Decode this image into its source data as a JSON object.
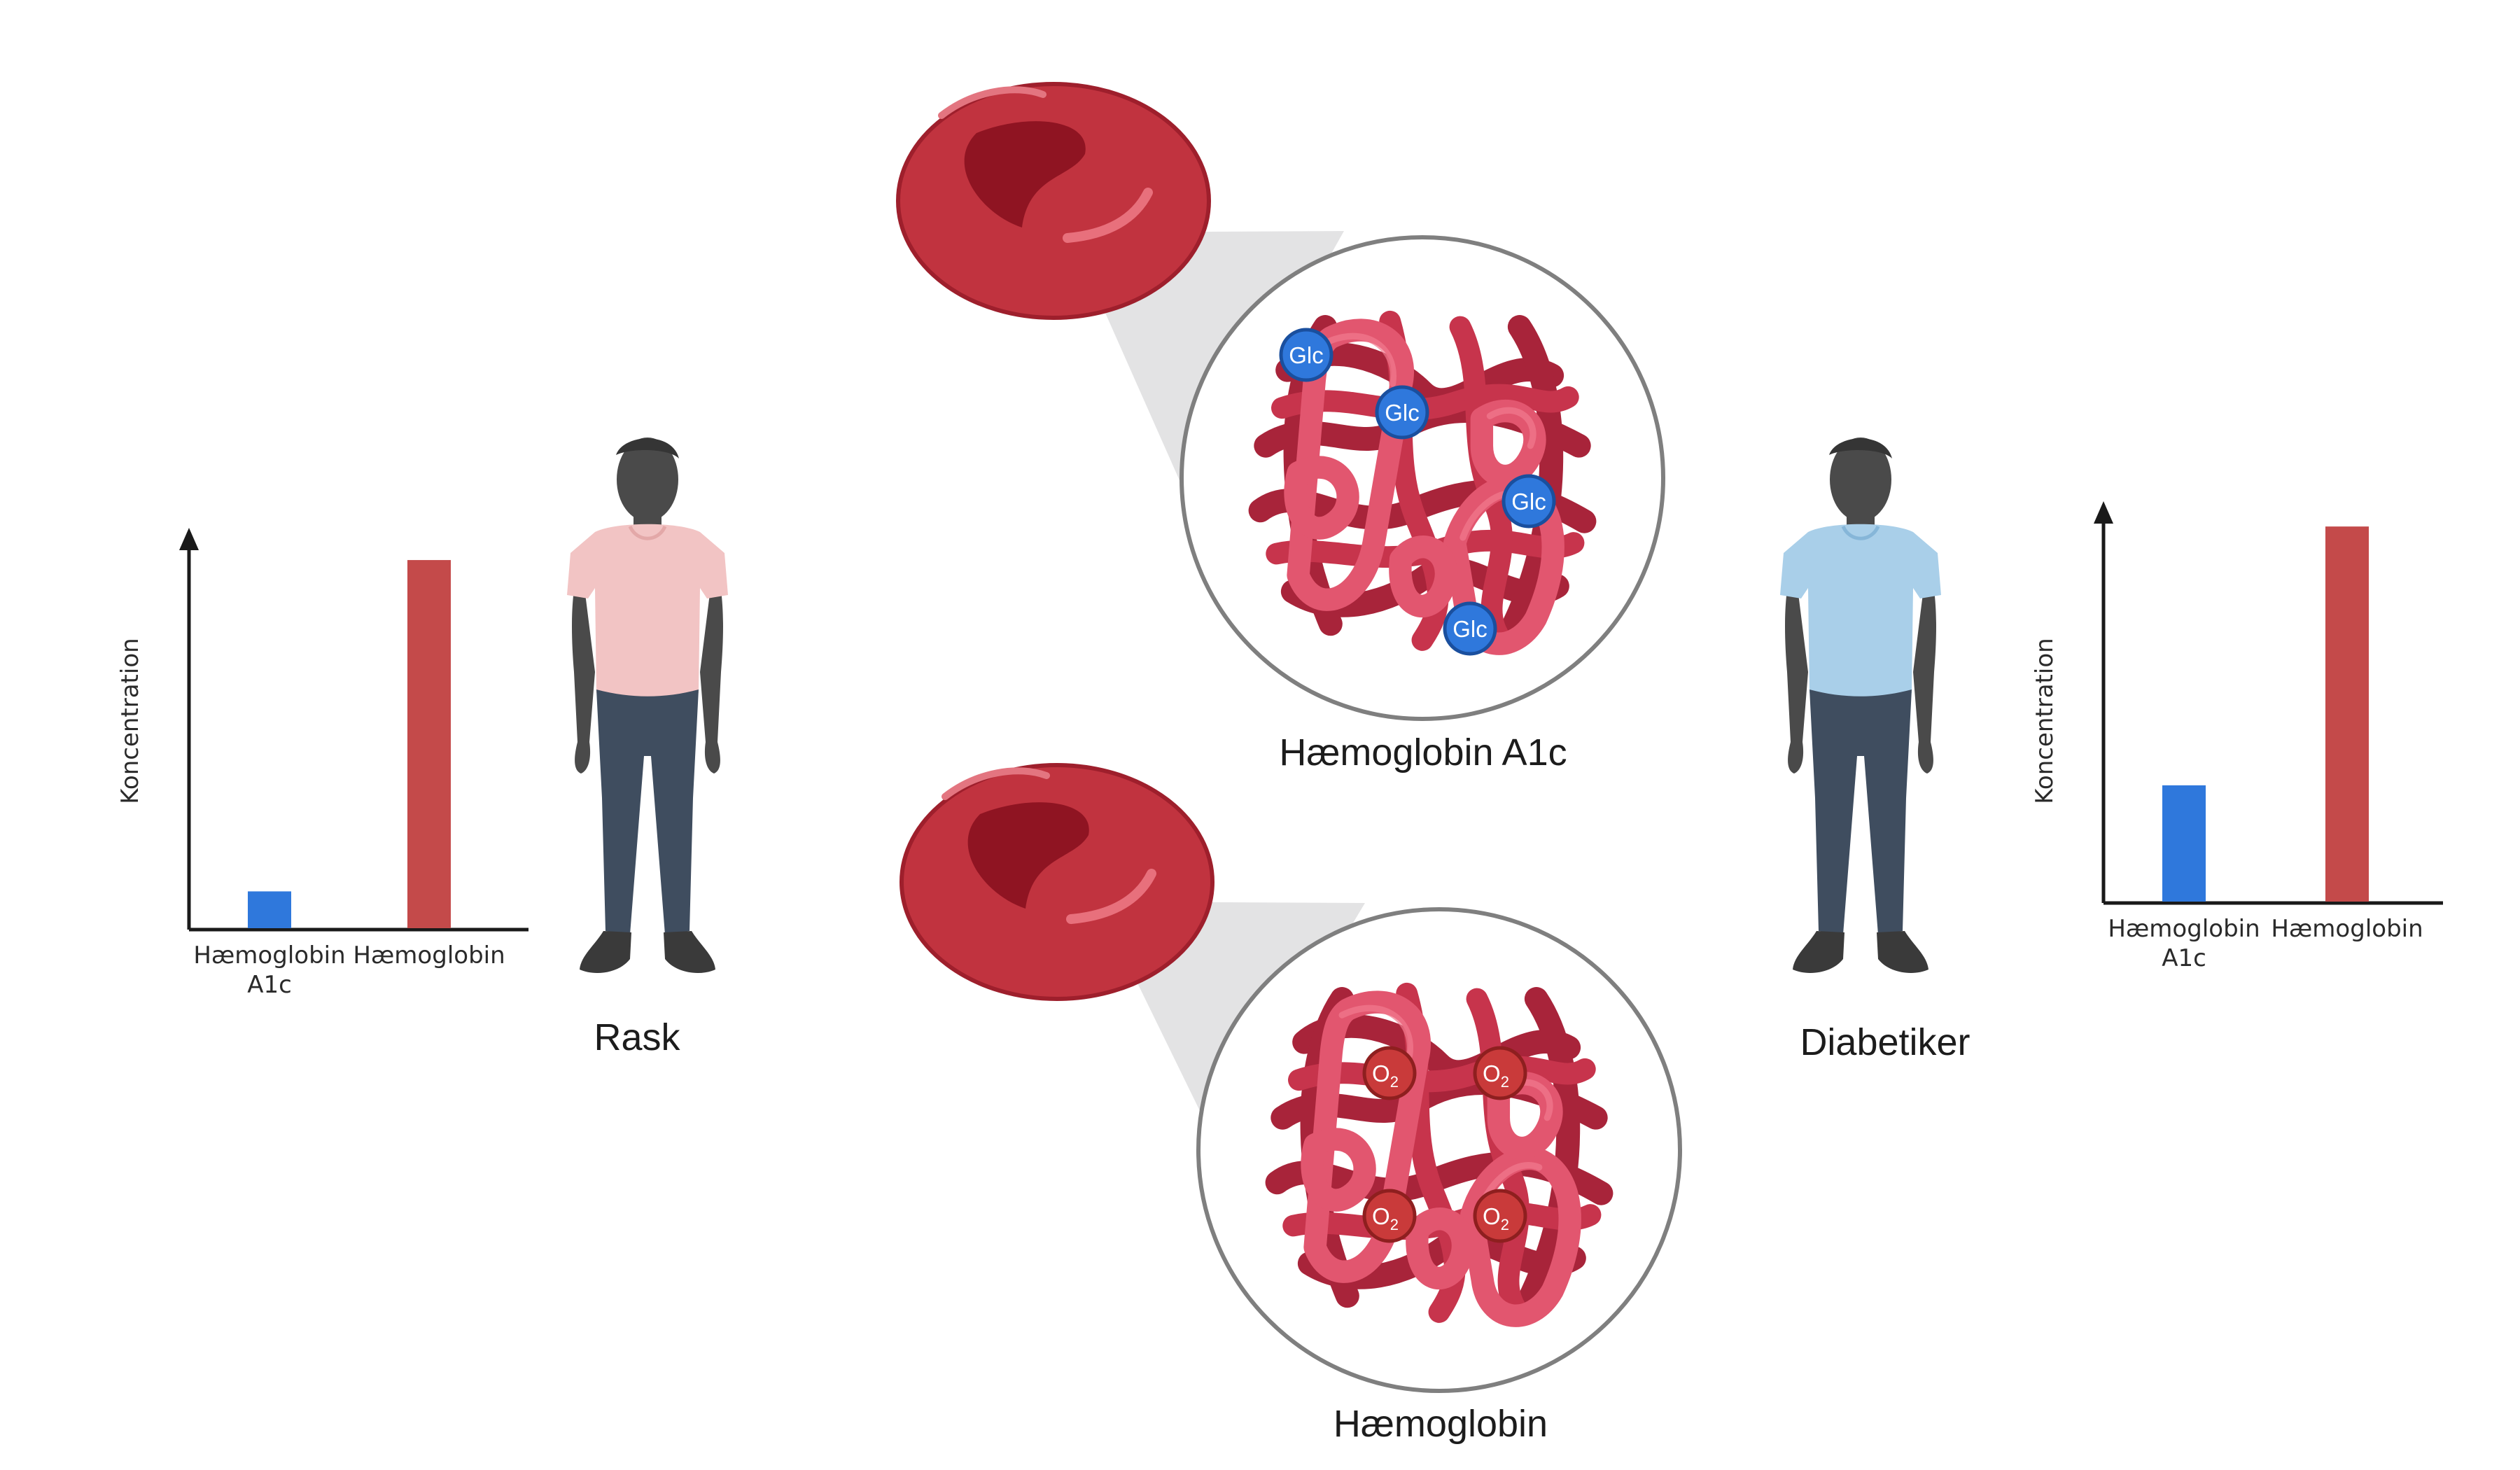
{
  "labels": {
    "healthy": "Rask",
    "diabetic": "Diabetiker",
    "hba1c": "Hæmoglobin A1c",
    "hemoglobin": "Hæmoglobin"
  },
  "molecule_marks": {
    "glucose": "Glc",
    "oxygen": "O",
    "oxygen_sub": "2"
  },
  "colors": {
    "hba1c_bar": "#2f78dc",
    "hemoglobin_bar": "#c44a4a",
    "healthy_shirt": "#f2c4c4",
    "diabetic_shirt": "#a9cfe9",
    "rbc": "#c1333f",
    "protein": "#d94b64",
    "glucose": "#2f78dc",
    "oxygen": "#c93a3a"
  },
  "chart_data": [
    {
      "type": "bar",
      "ylabel": "Koncentration",
      "categories": [
        "Hæmoglobin\nA1c",
        "Hæmoglobin"
      ],
      "cat_lines": [
        [
          "Hæmoglobin",
          "A1c"
        ],
        [
          "Hæmoglobin"
        ]
      ],
      "values": [
        10,
        100
      ],
      "ylim": [
        0,
        108
      ]
    },
    {
      "type": "bar",
      "ylabel": "Koncentration",
      "categories": [
        "Hæmoglobin\nA1c",
        "Hæmoglobin"
      ],
      "cat_lines": [
        [
          "Hæmoglobin",
          "A1c"
        ],
        [
          "Hæmoglobin"
        ]
      ],
      "values": [
        31,
        100
      ],
      "ylim": [
        0,
        106
      ]
    }
  ]
}
